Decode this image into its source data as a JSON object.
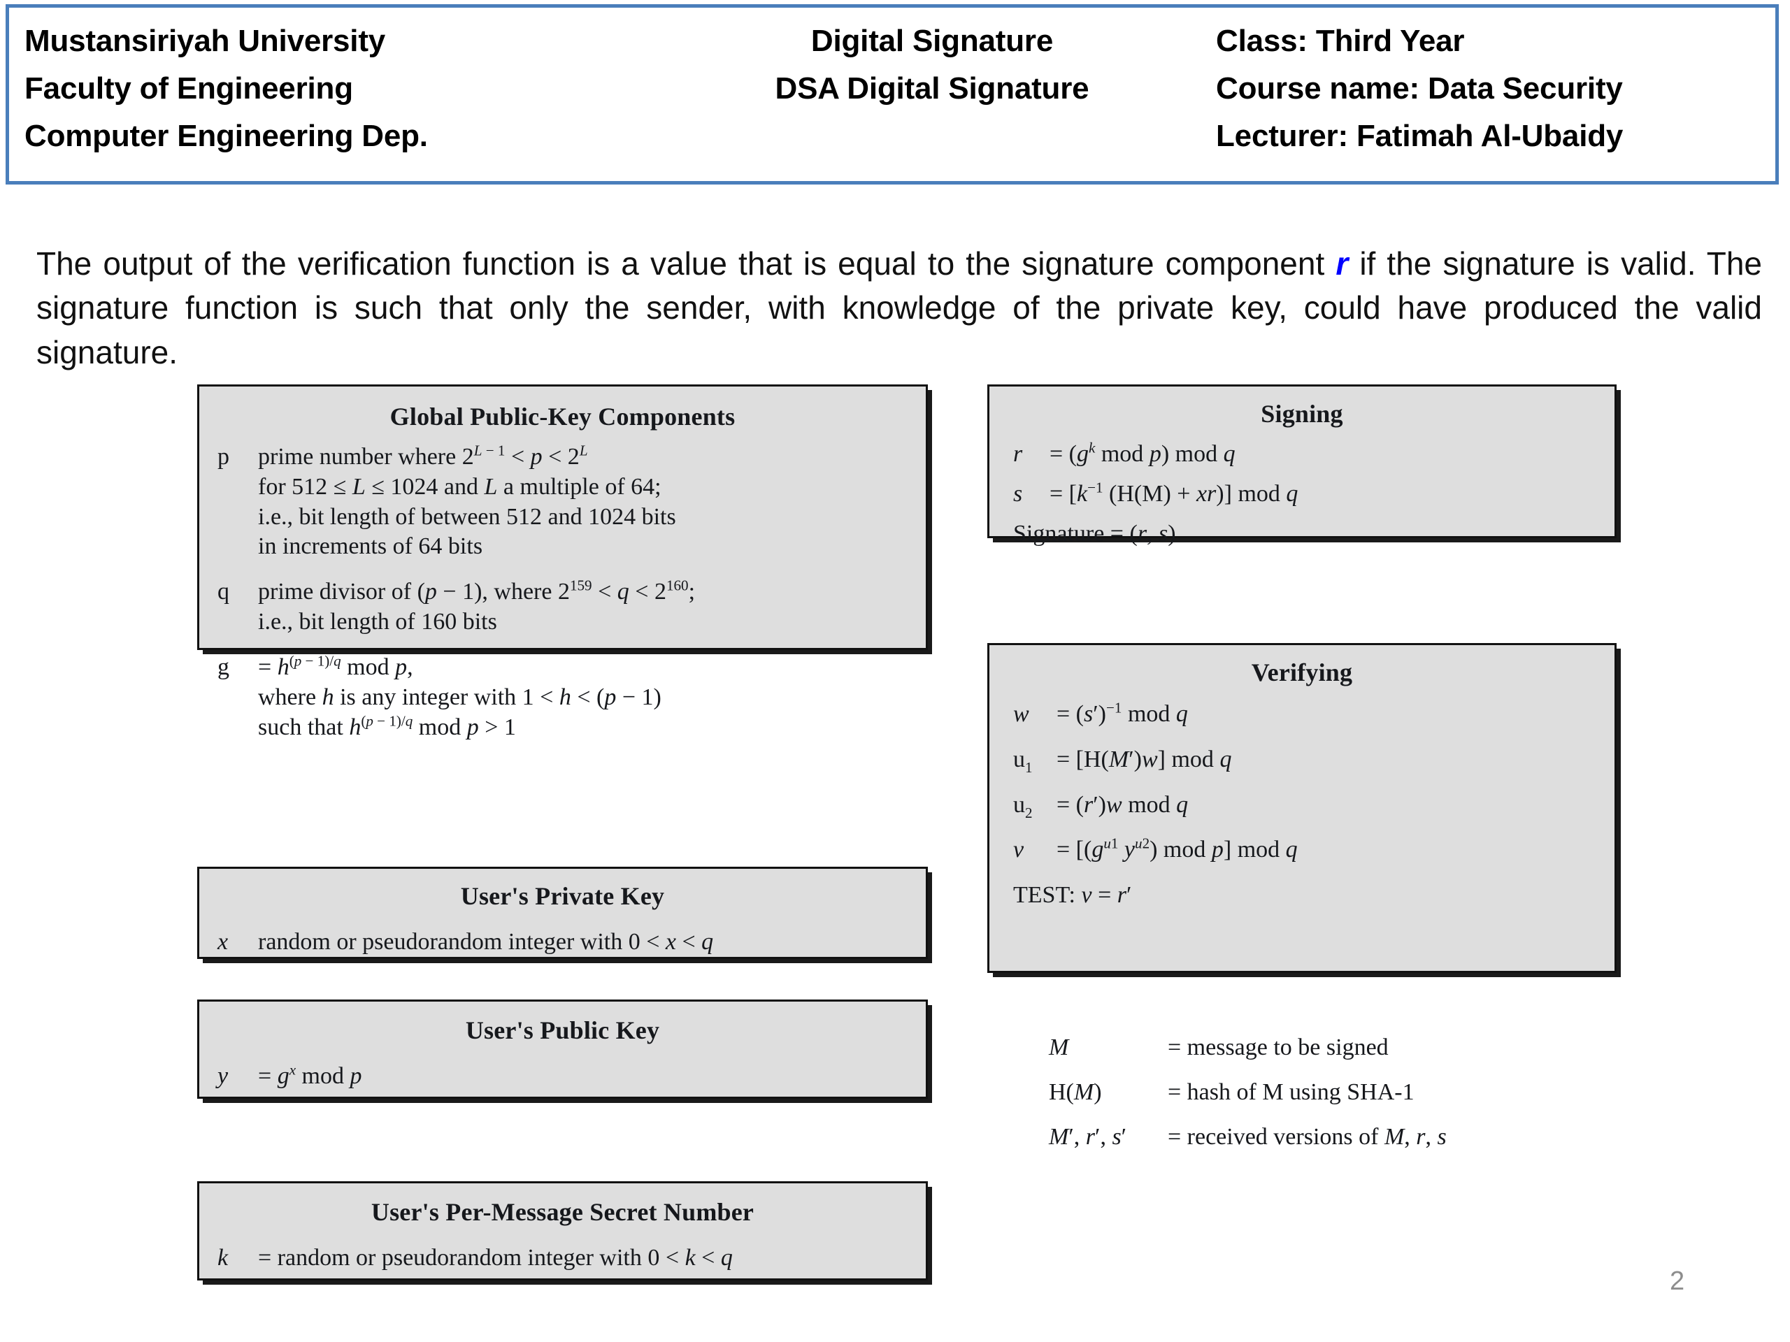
{
  "header": {
    "left_lines": [
      "Mustansiriyah University",
      "Faculty of Engineering",
      "Computer Engineering Dep."
    ],
    "center_lines": [
      "Digital Signature",
      "DSA Digital Signature"
    ],
    "right_lines": [
      "Class: Third Year",
      "Course name: Data Security",
      "Lecturer: Fatimah Al-Ubaidy"
    ],
    "border_color": "#4A7EBB"
  },
  "intro": {
    "part1": "The output of the verification function is a value that is equal to the signature component ",
    "highlight": "r",
    "highlight_color": "#0000FF",
    "part2": " if the signature is valid. The signature function is such that only the sender, with knowledge of the private key, could have produced the valid signature."
  },
  "boxes": {
    "global": {
      "title": "Global Public-Key Components",
      "entries": [
        {
          "symbol": "p",
          "lines": [
            "prime number where 2^(L − 1) < p < 2^L",
            "for 512 ≤ L ≤ 1024 and L a multiple of 64;",
            "i.e., bit length of between 512 and 1024 bits",
            "in increments of 64 bits"
          ]
        },
        {
          "symbol": "q",
          "lines": [
            "prime divisor of (p − 1), where 2^159 < q < 2^160;",
            "i.e., bit length of 160 bits"
          ]
        },
        {
          "symbol": "g",
          "lines": [
            "= h^((p − 1)/q) mod p,",
            "where h is any integer with 1 < h < (p − 1)",
            "such that h^((p − 1)/q) mod p > 1"
          ]
        }
      ]
    },
    "private_key": {
      "title": "User's Private Key",
      "symbol": "x",
      "definition": "random or pseudorandom integer with 0 < x < q"
    },
    "public_key": {
      "title": "User's Public Key",
      "symbol": "y",
      "definition": "= g^x mod p"
    },
    "secret_number": {
      "title": "User's Per-Message Secret Number",
      "symbol": "k",
      "definition": "= random or pseudorandom integer with 0 < k < q"
    },
    "signing": {
      "title": "Signing",
      "rows": [
        {
          "symbol": "r",
          "expr": "= (g^k mod p) mod q"
        },
        {
          "symbol": "s",
          "expr": "= [k^(−1) (H(M) + xr)] mod q"
        },
        {
          "symbol": "",
          "expr": "Signature = (r, s)"
        }
      ]
    },
    "verifying": {
      "title": "Verifying",
      "rows": [
        {
          "symbol": "w",
          "expr": "= (s′)^(−1) mod q"
        },
        {
          "symbol": "u1",
          "expr": "= [H(M′)w] mod q"
        },
        {
          "symbol": "u2",
          "expr": "= (r′)w mod q"
        },
        {
          "symbol": "v",
          "expr": "= [(g^u1 y^u2) mod p] mod q"
        },
        {
          "symbol": "",
          "expr": "TEST: v = r′"
        }
      ]
    }
  },
  "notation": [
    {
      "symbol": "M",
      "definition": "= message to be signed"
    },
    {
      "symbol": "H(M)",
      "definition": "= hash of M using SHA-1"
    },
    {
      "symbol": "M′, r′, s′",
      "definition": "= received versions of M, r, s"
    }
  ],
  "page_number": "2"
}
